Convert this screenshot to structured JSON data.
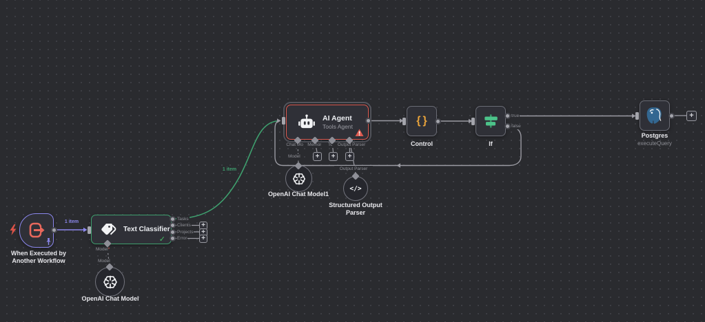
{
  "app_title": "n8n workflow canvas",
  "colors": {
    "canvas_bg": "#2a2b2f",
    "node_bg": "#2f3037",
    "pinned_purple": "#8c88ee",
    "success_green": "#3fa06f",
    "error_red": "#dd5a50",
    "brace_orange": "#e8a33b",
    "if_green": "#4cc38a",
    "postgres_blue": "#336791",
    "wire_gray": "#9b9ba3"
  },
  "nodes": {
    "trigger": {
      "label_line1": "When Executed by",
      "label_line2": "Another Workflow"
    },
    "text_classifier": {
      "title": "Text Classifier",
      "outputs": [
        "Tasks",
        "Clients",
        "Projects",
        "Error"
      ],
      "model_port_label": "Model",
      "required_marker": "*",
      "model_wire_label": "Model"
    },
    "openai_chat_model": {
      "label": "OpenAI Chat Model"
    },
    "ai_agent": {
      "title": "AI Agent",
      "subtitle": "Tools Agent",
      "ports": [
        "Chat Model",
        "Memory",
        "Tool",
        "Output Parser"
      ],
      "model_wire_label": "Model"
    },
    "openai_chat_model1": {
      "label": "OpenAI Chat Model1"
    },
    "structured_output_parser": {
      "label_line1": "Structured Output",
      "label_line2": "Parser",
      "wire_label": "Output Parser",
      "icon_text": "</>"
    },
    "control": {
      "label": "Control",
      "icon_text": "{}"
    },
    "if": {
      "label": "If",
      "output_true": "true",
      "output_false": "false"
    },
    "postgres": {
      "label": "Postgres",
      "subtitle": "executeQuery"
    }
  },
  "connections": {
    "trigger_to_classifier_label": "1 item",
    "classifier_to_agent_label": "1 item"
  },
  "ui": {
    "plus": "+",
    "check": "✓"
  }
}
